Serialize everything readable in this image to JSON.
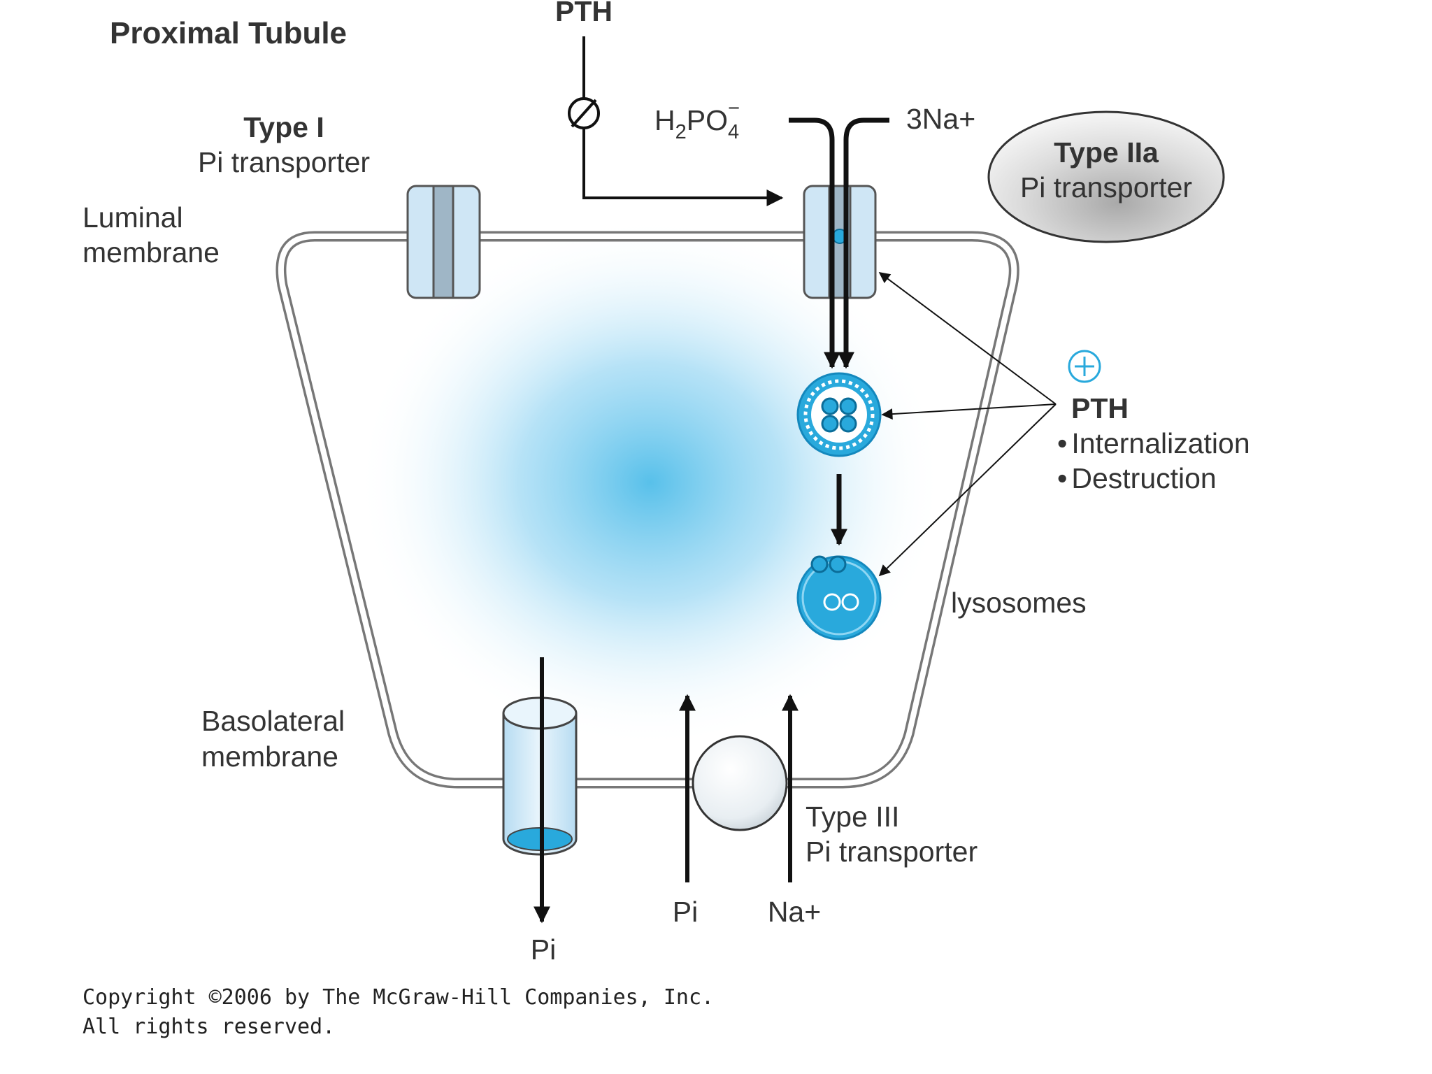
{
  "title": "Proximal Tubule",
  "labels": {
    "pth_top": "PTH",
    "luminal_membrane": [
      "Luminal",
      "membrane"
    ],
    "basolateral_membrane": [
      "Basolateral",
      "membrane"
    ],
    "type1": {
      "name": "Type I",
      "desc": "Pi transporter"
    },
    "type2a": {
      "name": "Type IIa",
      "desc": "Pi transporter"
    },
    "type3": {
      "name": "Type III",
      "desc": "Pi transporter"
    },
    "h2po4": {
      "base": "H",
      "sub1": "2",
      "mid": "PO",
      "sub2": "4",
      "sup": "−"
    },
    "three_na": "3Na+",
    "pth_effect": {
      "heading": "PTH",
      "items": [
        "Internalization",
        "Destruction"
      ],
      "bullet": "•"
    },
    "lysosomes": "lysosomes",
    "pi_out": "Pi",
    "pi_in": "Pi",
    "na_in": "Na+"
  },
  "copyright": [
    "Copyright ©2006 by The McGraw-Hill Companies, Inc.",
    "All rights reserved."
  ],
  "colors": {
    "cytoplasm": "#4fbde9",
    "transporter_fill": "#cfe6f5",
    "transporter_core": "#9fb6c6",
    "vesicle": "#29a9dc",
    "membrane": "#777777",
    "arrow": "#111111"
  },
  "icons": {
    "inhibit": "empty-set-symbol",
    "stimulate": "plus-circle"
  }
}
